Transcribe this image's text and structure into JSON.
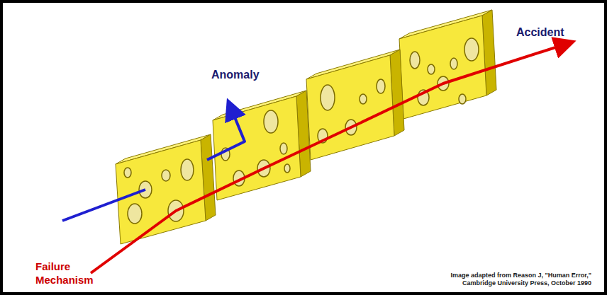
{
  "diagram": {
    "labels": [
      "Anomaly",
      "Accident",
      "Failure Mechanism",
      "Image adapted from Reason J, \"Human Error,\" Cambridge University Press, October 1990"
    ]
  }
}
